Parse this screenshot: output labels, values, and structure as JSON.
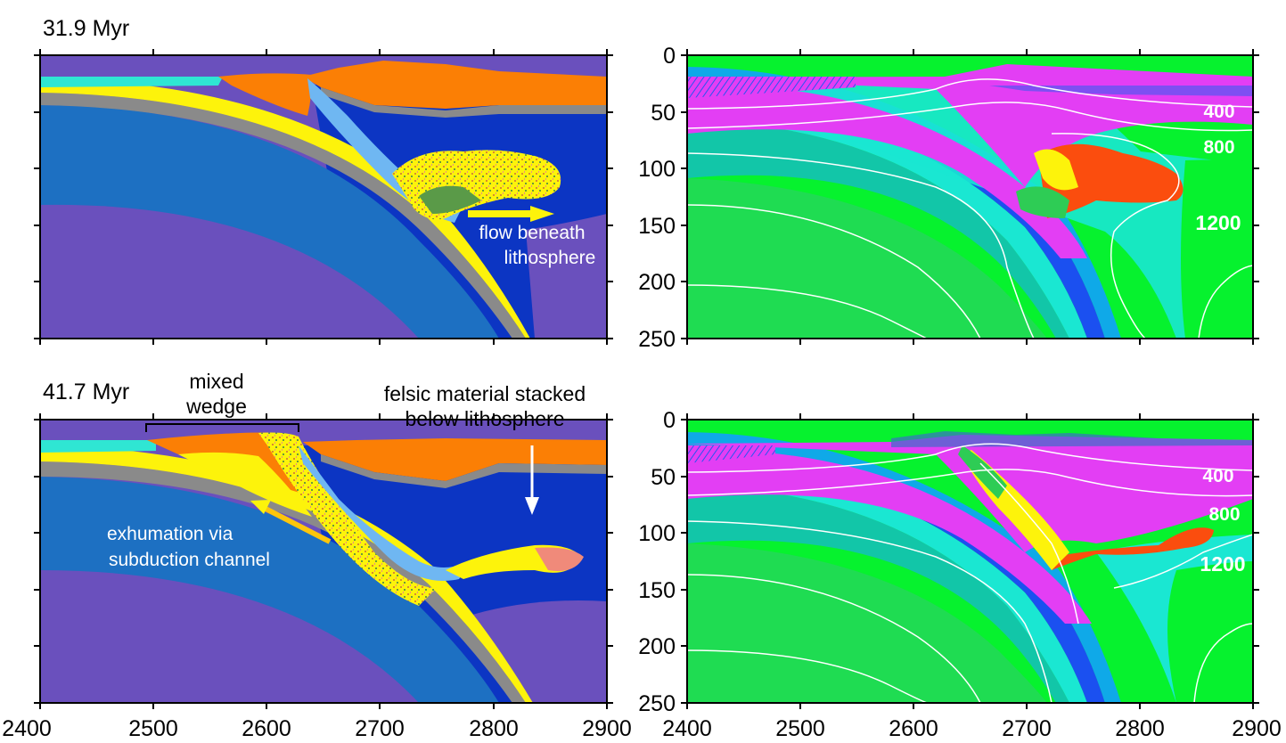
{
  "panels": {
    "top": {
      "time_label": "31.9 Myr"
    },
    "bottom": {
      "time_label": "41.7 Myr"
    }
  },
  "annotations": {
    "flow_line1": "flow beneath",
    "flow_line2": "lithosphere",
    "mixed_line1": "mixed",
    "mixed_line2": "wedge",
    "felsic_line1": "felsic material stacked",
    "felsic_line2": "below lithosphere",
    "exhum_line1": "exhumation via",
    "exhum_line2": "subduction channel"
  },
  "x_ticks": [
    "2400",
    "2500",
    "2600",
    "2700",
    "2800",
    "2900"
  ],
  "y_ticks": [
    "0",
    "50",
    "100",
    "150",
    "200",
    "250"
  ],
  "isotherm_labels": [
    "400",
    "800",
    "1200"
  ],
  "colors": {
    "asthenosphere": "#6a50bd",
    "oceanic_mantle": "#1d70c2",
    "overriding_mantle": "#0c35c3",
    "crust_gray": "#8a8a8a",
    "sediment_yellow": "#fdf30b",
    "orange_crust": "#fb7f05",
    "light_blue": "#6fb7f2",
    "cyan_surface": "#2fe6d3",
    "temp_magenta": "#e33ef4",
    "temp_green": "#06f22e",
    "temp_cyan": "#1ae7d2",
    "temp_blue": "#1b50f0",
    "temp_orange": "#fb4d0e"
  }
}
